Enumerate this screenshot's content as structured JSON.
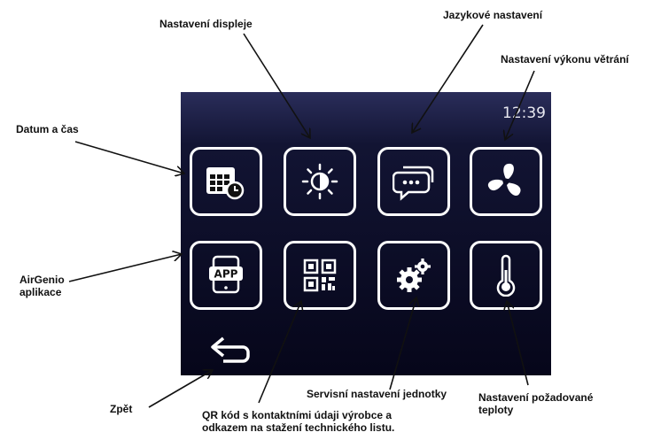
{
  "screen": {
    "time": "12:39",
    "tiles": [
      {
        "icon": "calendar-icon"
      },
      {
        "icon": "brightness-icon"
      },
      {
        "icon": "chat-bubbles-icon"
      },
      {
        "icon": "fan-icon"
      },
      {
        "icon": "app-icon",
        "text": "APP"
      },
      {
        "icon": "qr-code-icon"
      },
      {
        "icon": "gears-icon"
      },
      {
        "icon": "thermometer-icon"
      }
    ],
    "back_icon": "back-arrow-icon"
  },
  "callouts": {
    "date_time": "Datum a čas",
    "display_settings": "Nastavení displeje",
    "language_settings": "Jazykové nastavení",
    "ventilation_power": "Nastavení výkonu větrání",
    "airgenio_app_line1": "AirGenio",
    "airgenio_app_line2": "aplikace",
    "back": "Zpět",
    "qr_line1": "QR kód s kontaktními údaji výrobce a",
    "qr_line2": "odkazem na stažení technického listu.",
    "service_settings": "Servisní nastavení jednotky",
    "temperature_line1": "Nastavení požadované",
    "temperature_line2": "teploty"
  }
}
